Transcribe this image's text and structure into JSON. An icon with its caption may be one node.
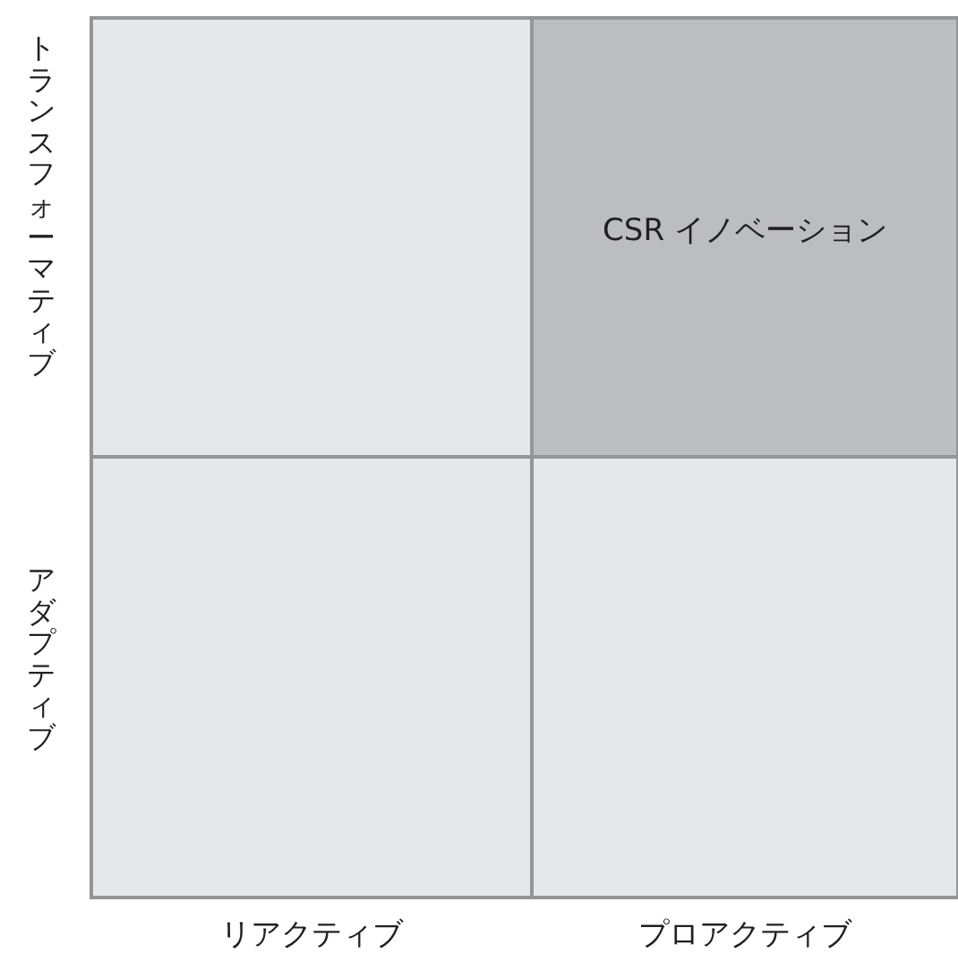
{
  "diagram": {
    "nodes": [
      {
        "text": [],
        "shape": "box"
      },
      {
        "text": [
          "CSR イノベーション"
        ]
      },
      {
        "text": [],
        "shape": "box"
      },
      {
        "text": [],
        "shape": "box"
      }
    ],
    "labels": [
      "トランスフォーマティブ",
      "アダプティブ",
      "リアクティブ",
      "プロアクティブ"
    ]
  }
}
